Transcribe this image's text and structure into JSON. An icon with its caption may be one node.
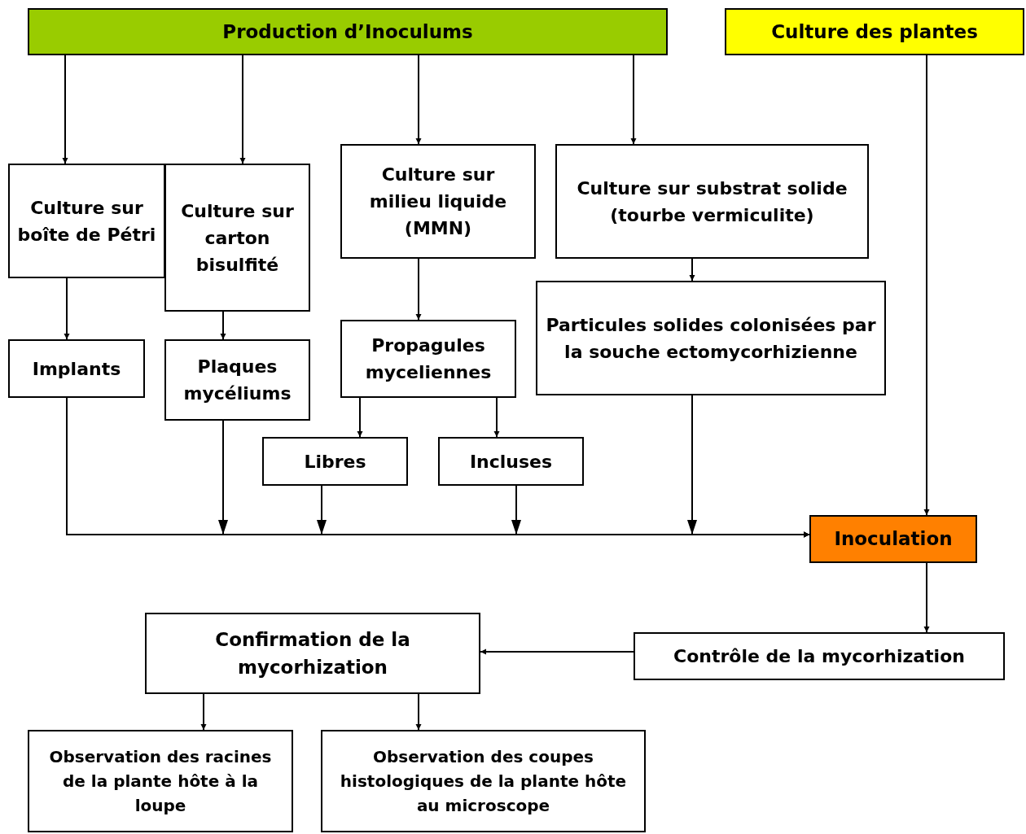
{
  "diagram": {
    "nodes": [
      {
        "text": [
          "Production d’Inoculums"
        ]
      },
      {
        "text": [
          "Culture des plantes"
        ]
      },
      {
        "text": [
          "Culture sur boîte de Pétri"
        ]
      },
      {
        "text": [
          "Culture sur carton bisulfité"
        ]
      },
      {
        "text": [
          "Culture sur milieu liquide (MMN)"
        ]
      },
      {
        "text": [
          "Culture sur substrat solide (tourbe vermiculite)"
        ]
      },
      {
        "text": [
          "Implants"
        ]
      },
      {
        "text": [
          "Plaques mycéliums"
        ]
      },
      {
        "text": [
          "Propagules myceliennes"
        ]
      },
      {
        "text": [
          "Particules solides colonisées par la souche ectomycorhizienne"
        ]
      },
      {
        "text": [
          "Libres"
        ]
      },
      {
        "text": [
          "Incluses"
        ]
      },
      {
        "text": [
          "Inoculation"
        ]
      },
      {
        "text": [
          "Contrôle de la mycorhization"
        ]
      },
      {
        "text": [
          "Confirmation de la mycorhization"
        ]
      },
      {
        "text": [
          "Observation des racines de la plante hôte à la loupe"
        ]
      },
      {
        "text": [
          "Observation des coupes histologiques de la plante hôte au microscope"
        ]
      }
    ],
    "edges": [
      {
        "from": 0,
        "to": 2,
        "arrow": "to"
      },
      {
        "from": 0,
        "to": 3,
        "arrow": "to"
      },
      {
        "from": 0,
        "to": 4,
        "arrow": "to"
      },
      {
        "from": 0,
        "to": 5,
        "arrow": "to"
      },
      {
        "from": 1,
        "to": 12,
        "arrow": "to"
      },
      {
        "from": 2,
        "to": 6,
        "arrow": "to"
      },
      {
        "from": 3,
        "to": 7,
        "arrow": "to"
      },
      {
        "from": 4,
        "to": 8,
        "arrow": "to"
      },
      {
        "from": 5,
        "to": 9,
        "arrow": "to"
      },
      {
        "from": 8,
        "to": 10,
        "arrow": "to"
      },
      {
        "from": 8,
        "to": 11,
        "arrow": "to"
      },
      {
        "from": 6,
        "to": 12,
        "arrow": "to"
      },
      {
        "from": 7,
        "to": 12,
        "arrow": "to"
      },
      {
        "from": 10,
        "to": 12,
        "arrow": "to"
      },
      {
        "from": 11,
        "to": 12,
        "arrow": "to"
      },
      {
        "from": 9,
        "to": 12,
        "arrow": "to"
      },
      {
        "from": 12,
        "to": 13,
        "arrow": "to"
      },
      {
        "from": 13,
        "to": 14,
        "arrow": "to"
      },
      {
        "from": 14,
        "to": 15,
        "arrow": "to"
      },
      {
        "from": 14,
        "to": 16,
        "arrow": "to"
      }
    ]
  }
}
